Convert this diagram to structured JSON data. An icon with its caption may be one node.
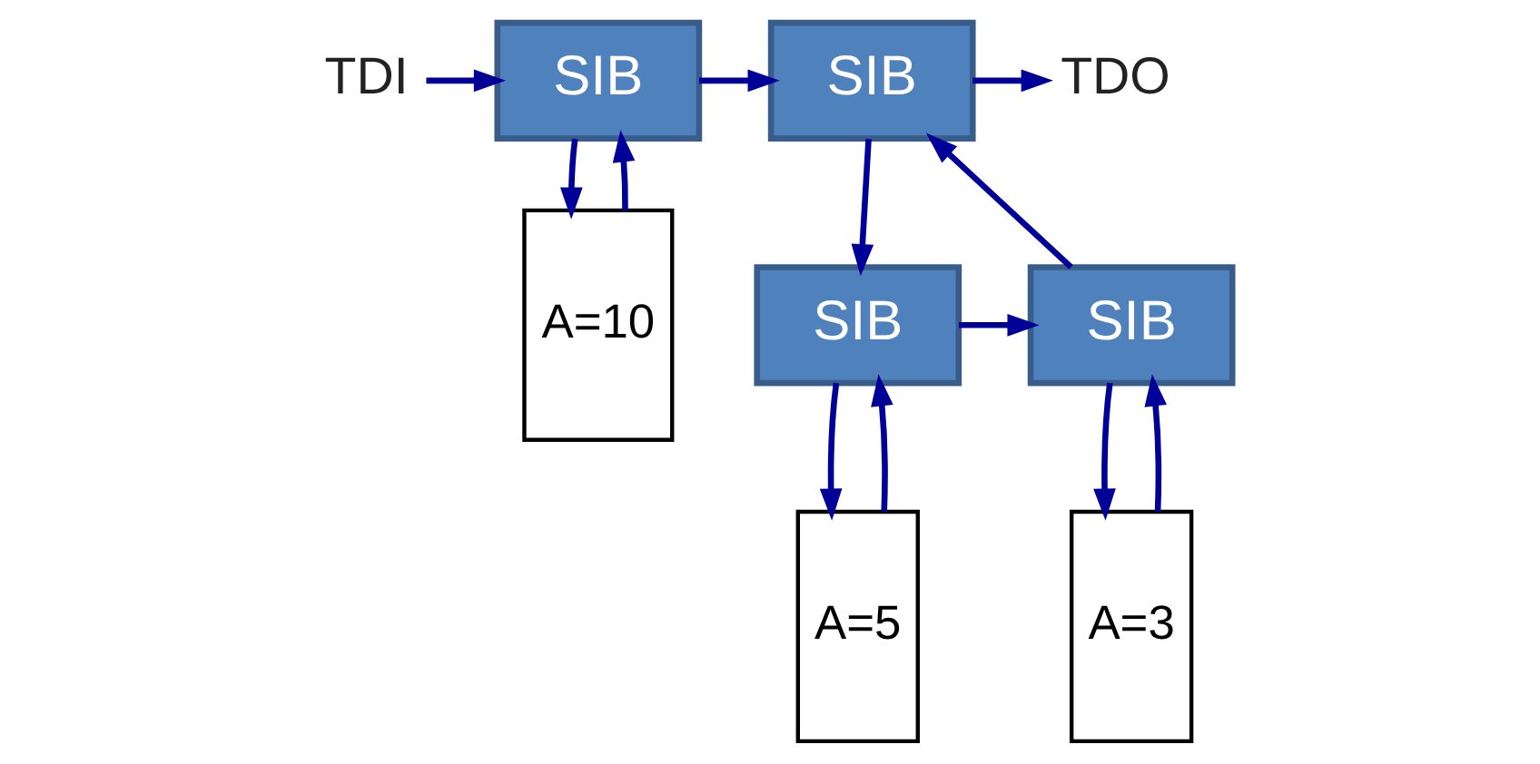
{
  "diagram": {
    "nodes": [
      {
        "text": [
          "TDI"
        ]
      },
      {
        "text": [
          "SIB"
        ]
      },
      {
        "text": [
          "SIB"
        ]
      },
      {
        "text": [
          "TDO"
        ]
      },
      {
        "text": [
          "A=10"
        ]
      },
      {
        "text": [
          "SIB"
        ]
      },
      {
        "text": [
          "SIB"
        ]
      },
      {
        "text": [
          "A=5"
        ]
      },
      {
        "text": [
          "A=3"
        ]
      }
    ],
    "edges": [
      {
        "from": 0,
        "to": 1,
        "arrow": "to"
      },
      {
        "from": 1,
        "to": 2,
        "arrow": "to"
      },
      {
        "from": 2,
        "to": 3,
        "arrow": "to"
      },
      {
        "from": 1,
        "to": 4,
        "arrow": "to"
      },
      {
        "from": 4,
        "to": 1,
        "arrow": "to"
      },
      {
        "from": 2,
        "to": 5,
        "arrow": "to"
      },
      {
        "from": 5,
        "to": 6,
        "arrow": "to"
      },
      {
        "from": 6,
        "to": 2,
        "arrow": "to"
      },
      {
        "from": 5,
        "to": 7,
        "arrow": "to"
      },
      {
        "from": 7,
        "to": 5,
        "arrow": "to"
      },
      {
        "from": 6,
        "to": 8,
        "arrow": "to"
      },
      {
        "from": 8,
        "to": 6,
        "arrow": "to"
      }
    ]
  }
}
